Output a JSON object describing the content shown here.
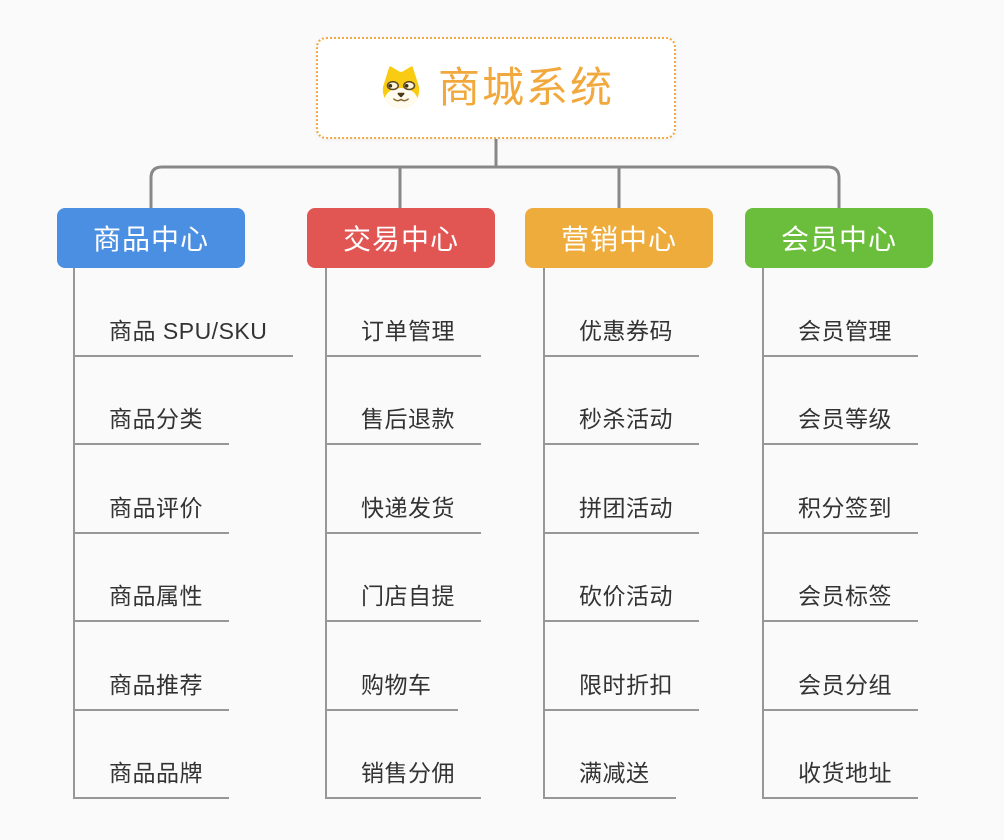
{
  "root": {
    "title": "商城系统",
    "icon": "dog-face-icon"
  },
  "branches": [
    {
      "label": "商品中心",
      "color": "#4b8fe2",
      "children": [
        "商品 SPU/SKU",
        "商品分类",
        "商品评价",
        "商品属性",
        "商品推荐",
        "商品品牌"
      ]
    },
    {
      "label": "交易中心",
      "color": "#e15553",
      "children": [
        "订单管理",
        "售后退款",
        "快递发货",
        "门店自提",
        "购物车",
        "销售分佣"
      ]
    },
    {
      "label": "营销中心",
      "color": "#eeac3c",
      "children": [
        "优惠券码",
        "秒杀活动",
        "拼团活动",
        "砍价活动",
        "限时折扣",
        "满减送"
      ]
    },
    {
      "label": "会员中心",
      "color": "#6bbe3b",
      "children": [
        "会员管理",
        "会员等级",
        "积分签到",
        "会员标签",
        "会员分组",
        "收货地址"
      ]
    }
  ],
  "colors": {
    "background": "#fafafa",
    "root_border": "#f2a844",
    "root_text": "#f1a83c",
    "connector": "#888888",
    "leaf_line": "#979797",
    "leaf_text": "#333333"
  }
}
